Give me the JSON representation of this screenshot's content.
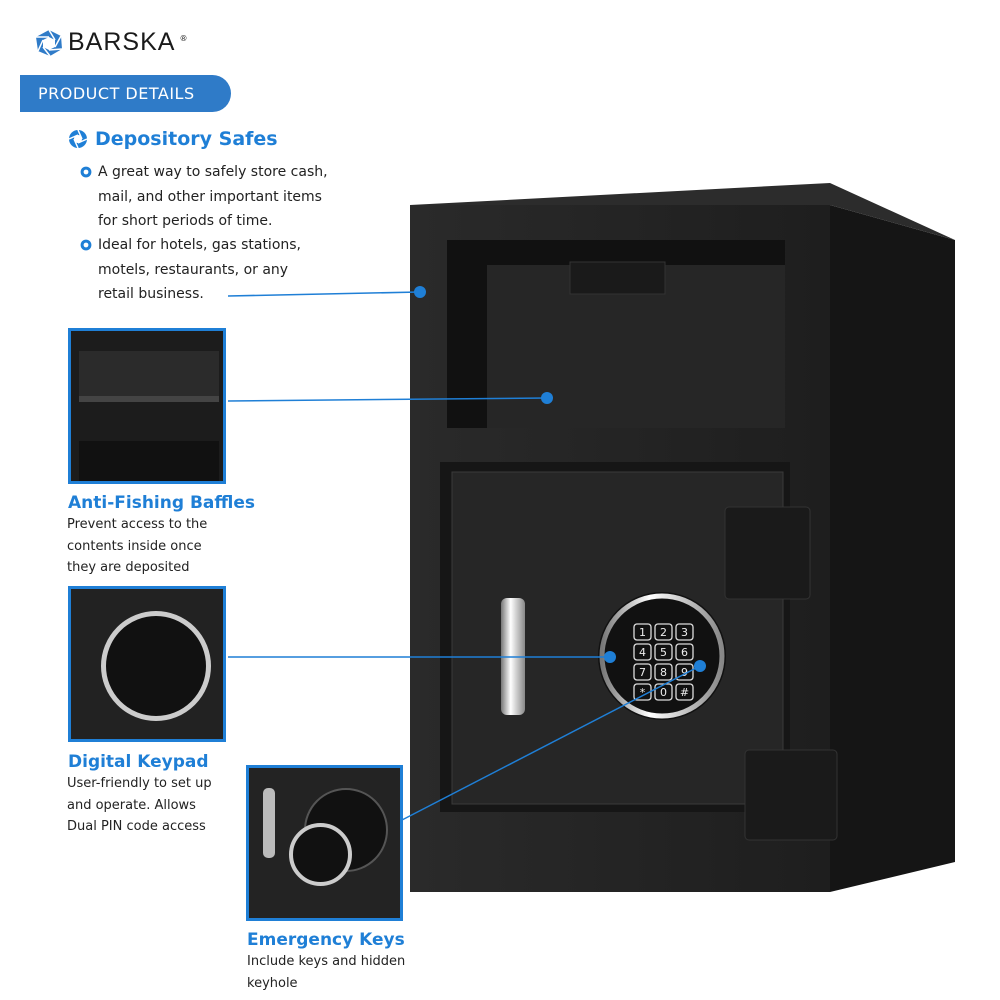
{
  "brand": {
    "name": "BARSKA",
    "registered": "®",
    "accent": "#1f7fd6"
  },
  "header": {
    "label": "PRODUCT DETAILS"
  },
  "section": {
    "title": "Depository Safes",
    "bullets": [
      {
        "lines": [
          "A great way to safely store cash,",
          "mail, and other important items",
          "for short periods of time."
        ]
      },
      {
        "lines": [
          "Ideal for hotels, gas stations,",
          "motels, restaurants, or any",
          "retail business."
        ]
      }
    ]
  },
  "features": [
    {
      "title": "Anti-Fishing Baffles",
      "desc": [
        "Prevent access to the",
        "contents inside once",
        "they are deposited"
      ]
    },
    {
      "title": "Digital Keypad",
      "desc": [
        "User-friendly to set up",
        "and operate. Allows",
        "Dual PIN code access"
      ]
    },
    {
      "title": "Emergency Keys",
      "desc": [
        "Include keys and hidden",
        "keyhole"
      ]
    }
  ],
  "keypad": {
    "keys": [
      "1",
      "2",
      "3",
      "4",
      "5",
      "6",
      "7",
      "8",
      "9",
      "*",
      "0",
      "#"
    ]
  }
}
